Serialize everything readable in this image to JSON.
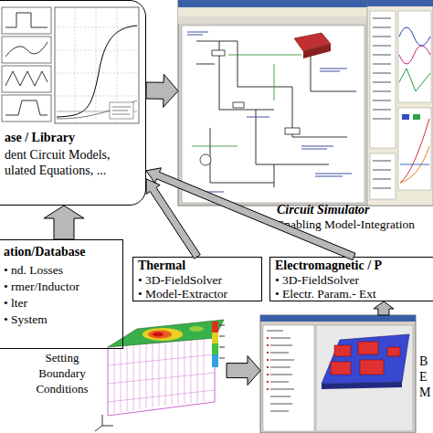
{
  "diagram": {
    "nodes": [
      {
        "text": [
          "ase / Library",
          "dent Circuit Models, ulated Equations, ..."
        ]
      },
      {
        "text": [
          "Circuit Simulator",
          "Enabling Model-Integration"
        ]
      },
      {
        "text": [
          "ation/Database",
          "• nd. Losses",
          "• rmer/Inductor",
          "• lter",
          "• System"
        ]
      },
      {
        "text": [
          "Thermal",
          "• 3D-FieldSolver",
          "• Model-Extractor"
        ]
      },
      {
        "text": [
          "Electromagnetic / P",
          "• 3D-FieldSolver",
          "• Electr. Param.- Ext"
        ]
      },
      {
        "text": [
          "Setting Boundary Conditions"
        ]
      },
      {
        "text": [
          "B E M"
        ]
      }
    ],
    "edges": [
      {
        "from": 0,
        "to": 1,
        "arrow": "to"
      },
      {
        "from": 2,
        "to": 0,
        "arrow": "to"
      },
      {
        "from": 3,
        "to": 0,
        "arrow": "to"
      },
      {
        "from": 4,
        "to": 0,
        "arrow": "to"
      },
      {
        "from": 5,
        "to": 6,
        "arrow": "to"
      },
      {
        "from": 6,
        "to": 4,
        "arrow": "to"
      }
    ]
  }
}
